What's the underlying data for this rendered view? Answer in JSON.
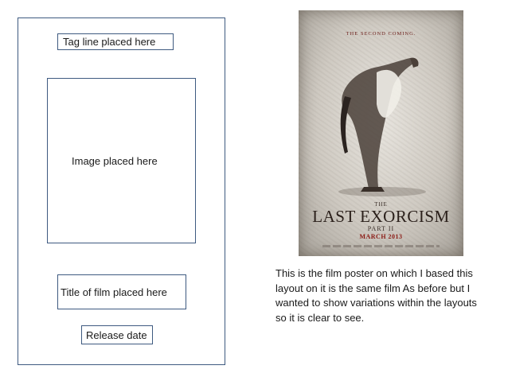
{
  "layout": {
    "tagline_label": "Tag line placed here",
    "image_label": "Image placed here",
    "title_label": "Title of film placed here",
    "release_label": "Release date"
  },
  "poster": {
    "tagline": "THE SECOND COMING.",
    "title_prefix": "THE",
    "title": "LAST EXORCISM",
    "subtitle": "PART II",
    "release": "MARCH 2013"
  },
  "description": "This is the film poster on which I based this layout on it is the same film As before but I wanted to show variations within the layouts so it is clear to see.",
  "colors": {
    "box_border": "#3e5a80",
    "poster_date": "#8b1a14"
  }
}
